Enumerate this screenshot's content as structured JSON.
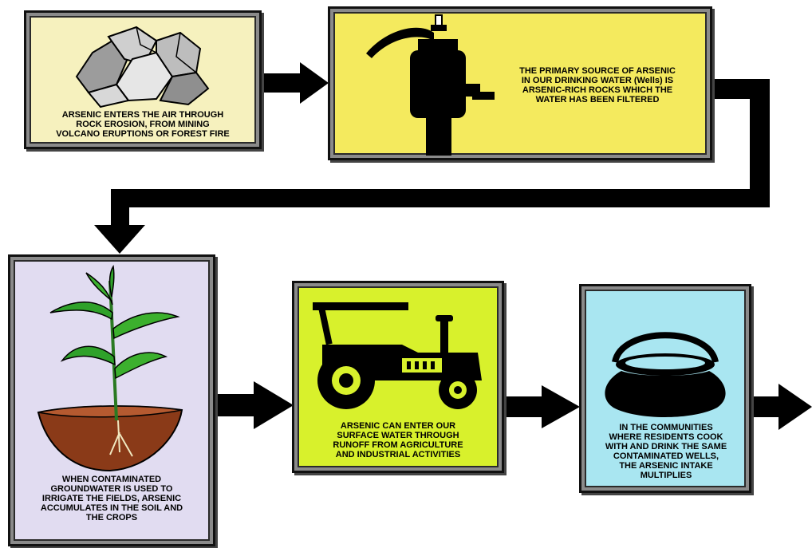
{
  "colors": {
    "rocks_box": "#f6f1be",
    "pump_box": "#f4ea5e",
    "plant_box": "#e1dcf1",
    "tractor_box": "#d8f12c",
    "pot_box": "#a9e6f1",
    "arrow": "#000000"
  },
  "icons": {
    "rocks": "rocks-icon",
    "pump": "water-pump-icon",
    "plant": "plant-icon",
    "tractor": "tractor-icon",
    "pot": "cooking-pot-icon"
  },
  "boxes": {
    "rocks": {
      "text": "ARSENIC ENTERS THE AIR THROUGH\nROCK EROSION, FROM MINING\nVOLCANO ERUPTIONS OR FOREST FIRE"
    },
    "pump": {
      "text": "THE PRIMARY SOURCE OF ARSENIC\nIN OUR DRINKING WATER (Wells) IS\nARSENIC-RICH ROCKS WHICH THE\nWATER HAS BEEN FILTERED"
    },
    "plant": {
      "text": "WHEN CONTAMINATED\nGROUNDWATER IS USED TO\nIRRIGATE THE FIELDS, ARSENIC\nACCUMULATES IN THE SOIL AND\nTHE CROPS"
    },
    "tractor": {
      "text": "ARSENIC CAN ENTER OUR\nSURFACE WATER THROUGH\nRUNOFF FROM AGRICULTURE\nAND INDUSTRIAL ACTIVITIES"
    },
    "pot": {
      "text": "IN THE COMMUNITIES\nWHERE RESIDENTS COOK\nWITH AND DRINK THE SAME\nCONTAMINATED WELLS,\nTHE ARSENIC INTAKE\nMULTIPLIES"
    }
  }
}
